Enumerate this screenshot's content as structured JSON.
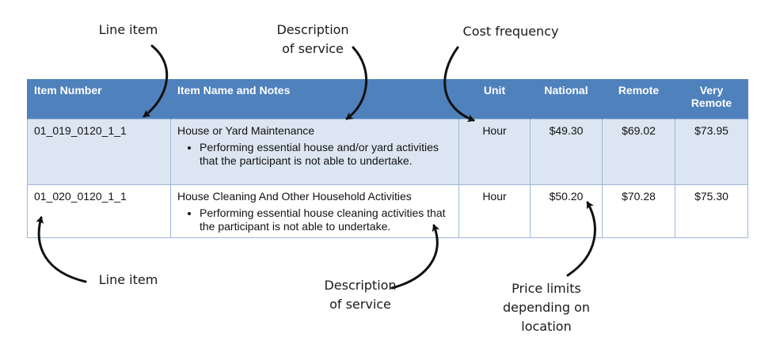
{
  "annotations": {
    "line_item_top": [
      "Line item"
    ],
    "description_top": [
      "Description",
      "of service"
    ],
    "cost_frequency": [
      "Cost frequency"
    ],
    "line_item_bottom": [
      "Line item"
    ],
    "description_bottom": [
      "Description",
      "of service"
    ],
    "price_limits": [
      "Price limits",
      "depending on",
      "location"
    ]
  },
  "table": {
    "headers": [
      "Item Number",
      "Item Name and Notes",
      "Unit",
      "National",
      "Remote",
      "Very Remote"
    ],
    "rows": [
      {
        "item_number": "01_019_0120_1_1",
        "name": "House or Yard Maintenance",
        "note": "Performing essential house and/or yard activities that the participant is not able to undertake.",
        "unit": "Hour",
        "national": "$49.30",
        "remote": "$69.02",
        "very_remote": "$73.95"
      },
      {
        "item_number": "01_020_0120_1_1",
        "name": "House Cleaning And Other Household Activities",
        "note": "Performing essential house cleaning activities that the participant is not able to undertake.",
        "unit": "Hour",
        "national": "$50.20",
        "remote": "$70.28",
        "very_remote": "$75.30"
      }
    ]
  },
  "colors": {
    "header_bg": "#4f81bd",
    "row_alt_bg": "#dce6f2",
    "arrow": "#111111"
  }
}
